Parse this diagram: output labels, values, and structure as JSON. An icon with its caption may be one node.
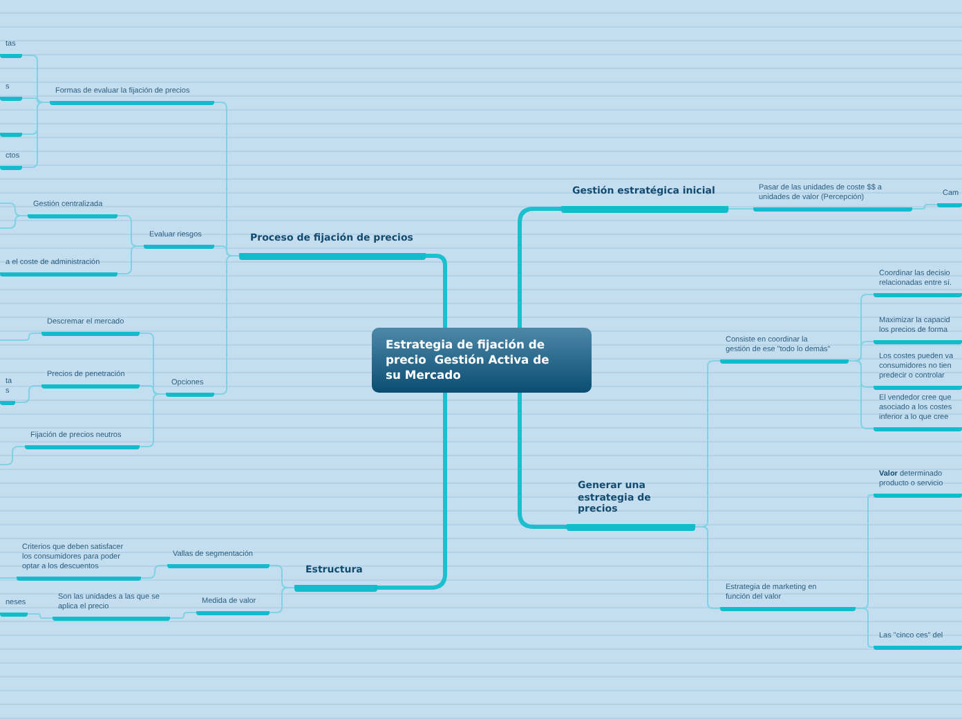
{
  "diagram": {
    "nodes": [
      {
        "text": [
          "Estrategia de fijación de precio  Gestión Activa de su Mercado"
        ]
      },
      {
        "text": [
          "Proceso de fijación de precios"
        ]
      },
      {
        "text": [
          "Formas de evaluar la fijación de precios"
        ]
      },
      {
        "text": [
          "tas"
        ]
      },
      {
        "text": [
          "s"
        ]
      },
      {
        "text": [],
        "shape": "bar"
      },
      {
        "text": [
          "ctos"
        ]
      },
      {
        "text": [
          "Evaluar riesgos"
        ]
      },
      {
        "text": [
          "Gestión centralizada"
        ]
      },
      {
        "text": [
          "a el coste de administración"
        ]
      },
      {
        "text": [
          "Opciones"
        ]
      },
      {
        "text": [
          "Descremar el mercado"
        ]
      },
      {
        "text": [
          "Precios de penetración"
        ]
      },
      {
        "text": [
          "ta",
          "s"
        ]
      },
      {
        "text": [
          "Fijación de precios neutros"
        ]
      },
      {
        "text": [
          "Estructura"
        ]
      },
      {
        "text": [
          "Vallas de segmentación"
        ]
      },
      {
        "text": [
          "Criterios que deben satisfacer los consumidores para poder optar a los descuentos"
        ]
      },
      {
        "text": [
          "Medida de valor"
        ]
      },
      {
        "text": [
          "Son las unidades a las que se aplica el precio"
        ]
      },
      {
        "text": [
          "neses"
        ]
      },
      {
        "text": [
          "Gestión estratégica inicial"
        ]
      },
      {
        "text": [
          "Pasar de las unidades de coste $$ a unidades de valor (Percepción)"
        ]
      },
      {
        "text": [
          "Cam"
        ]
      },
      {
        "text": [
          "Generar una estrategia de precios"
        ]
      },
      {
        "text": [
          "Consiste en coordinar la gestión de ese \"todo lo demás\""
        ]
      },
      {
        "text": [
          "Coordinar las decisio relacionadas entre sí."
        ]
      },
      {
        "text": [
          "Maximizar la capacid los precios de forma"
        ]
      },
      {
        "text": [
          "Los costes pueden va consumidores no tien predecir o controlar"
        ]
      },
      {
        "text": [
          "El vendedor cree que asociado a los costes inferior a lo que cree"
        ]
      },
      {
        "text": [
          "Estrategia de marketing en función del valor"
        ]
      },
      {
        "text": [
          "**Valor** determinado producto o servicio"
        ]
      },
      {
        "text": [
          "Las \"cinco ces\" del"
        ]
      }
    ],
    "edges": [
      {
        "from": 0,
        "to": 1,
        "arrow": "none",
        "style": "thick",
        "color": "#1cbfcd"
      },
      {
        "from": 0,
        "to": 15,
        "arrow": "none",
        "style": "thick",
        "color": "#1cbfcd"
      },
      {
        "from": 0,
        "to": 21,
        "arrow": "none",
        "style": "thick",
        "color": "#1cbfcd"
      },
      {
        "from": 0,
        "to": 24,
        "arrow": "none",
        "style": "thick",
        "color": "#1cbfcd"
      },
      {
        "from": 1,
        "to": 2,
        "arrow": "none"
      },
      {
        "from": 1,
        "to": 7,
        "arrow": "none"
      },
      {
        "from": 1,
        "to": 10,
        "arrow": "none"
      },
      {
        "from": 2,
        "to": 3,
        "arrow": "none"
      },
      {
        "from": 2,
        "to": 4,
        "arrow": "none"
      },
      {
        "from": 2,
        "to": 5,
        "arrow": "none"
      },
      {
        "from": 2,
        "to": 6,
        "arrow": "none"
      },
      {
        "from": 7,
        "to": 8,
        "arrow": "none"
      },
      {
        "from": 7,
        "to": 9,
        "arrow": "none"
      },
      {
        "from": 8,
        "to": null,
        "arrow": "none"
      },
      {
        "from": 8,
        "to": null,
        "arrow": "none"
      },
      {
        "from": 10,
        "to": 11,
        "arrow": "none"
      },
      {
        "from": 10,
        "to": 12,
        "arrow": "none"
      },
      {
        "from": 10,
        "to": 14,
        "arrow": "none"
      },
      {
        "from": 11,
        "to": null,
        "arrow": "none"
      },
      {
        "from": 12,
        "to": 13,
        "arrow": "none"
      },
      {
        "from": 14,
        "to": null,
        "arrow": "none"
      },
      {
        "from": 15,
        "to": 16,
        "arrow": "none"
      },
      {
        "from": 15,
        "to": 18,
        "arrow": "none"
      },
      {
        "from": 16,
        "to": 17,
        "arrow": "none"
      },
      {
        "from": 17,
        "to": null,
        "arrow": "none"
      },
      {
        "from": 18,
        "to": 19,
        "arrow": "none"
      },
      {
        "from": 19,
        "to": 20,
        "arrow": "none"
      },
      {
        "from": 21,
        "to": 22,
        "arrow": "none"
      },
      {
        "from": 22,
        "to": 23,
        "arrow": "none"
      },
      {
        "from": 24,
        "to": 25,
        "arrow": "none"
      },
      {
        "from": 24,
        "to": 30,
        "arrow": "none"
      },
      {
        "from": 25,
        "to": 26,
        "arrow": "none"
      },
      {
        "from": 25,
        "to": 27,
        "arrow": "none"
      },
      {
        "from": 25,
        "to": 28,
        "arrow": "none"
      },
      {
        "from": 25,
        "to": 29,
        "arrow": "none"
      },
      {
        "from": 30,
        "to": 31,
        "arrow": "none"
      },
      {
        "from": 30,
        "to": 32,
        "arrow": "none"
      }
    ]
  }
}
